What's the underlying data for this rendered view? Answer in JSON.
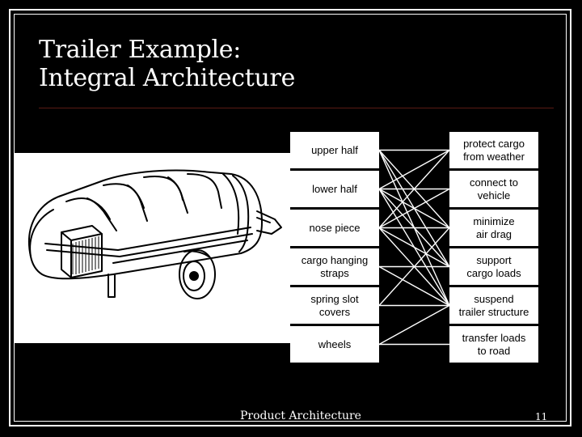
{
  "slide": {
    "title_line1": "Trailer Example:",
    "title_line2": "Integral Architecture",
    "footer": "Product Architecture",
    "page_number": "11"
  },
  "diagram": {
    "components": [
      "upper half",
      "lower half",
      "nose piece",
      "cargo hanging\nstraps",
      "spring slot\ncovers",
      "wheels"
    ],
    "functions": [
      "protect cargo\nfrom weather",
      "connect to\nvehicle",
      "minimize\nair drag",
      "support\ncargo loads",
      "suspend\ntrailer structure",
      "transfer loads\nto road"
    ],
    "mapping": [
      [
        "upper half",
        "protect cargo from weather"
      ],
      [
        "upper half",
        "minimize air drag"
      ],
      [
        "upper half",
        "support cargo loads"
      ],
      [
        "upper half",
        "suspend trailer structure"
      ],
      [
        "lower half",
        "protect cargo from weather"
      ],
      [
        "lower half",
        "connect to vehicle"
      ],
      [
        "lower half",
        "minimize air drag"
      ],
      [
        "lower half",
        "support cargo loads"
      ],
      [
        "lower half",
        "suspend trailer structure"
      ],
      [
        "nose piece",
        "protect cargo from weather"
      ],
      [
        "nose piece",
        "connect to vehicle"
      ],
      [
        "nose piece",
        "minimize air drag"
      ],
      [
        "nose piece",
        "support cargo loads"
      ],
      [
        "nose piece",
        "suspend trailer structure"
      ],
      [
        "cargo hanging straps",
        "support cargo loads"
      ],
      [
        "cargo hanging straps",
        "suspend trailer structure"
      ],
      [
        "spring slot covers",
        "minimize air drag"
      ],
      [
        "spring slot covers",
        "suspend trailer structure"
      ],
      [
        "wheels",
        "suspend trailer structure"
      ],
      [
        "wheels",
        "transfer loads to road"
      ]
    ]
  }
}
